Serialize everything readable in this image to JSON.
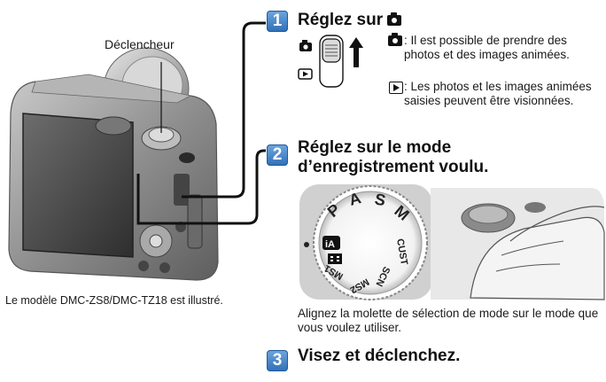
{
  "labels": {
    "shutter": "Déclencheur",
    "model_note": "Le modèle DMC-ZS8/DMC-TZ18 est illustré."
  },
  "step1": {
    "number": "1",
    "title": "Réglez sur",
    "title_icon": "camera-icon",
    "record_desc": ": Il est possible de prendre des photos et des images animées.",
    "play_desc": ": Les photos et les images animées saisies peuvent être visionnées."
  },
  "step2": {
    "number": "2",
    "title_line1": "Réglez sur le mode",
    "title_line2": "d’enregistrement voulu.",
    "dial_labels": [
      "P",
      "A",
      "S",
      "M",
      "CUST",
      "SCN",
      "MS2",
      "MS1",
      "iA"
    ],
    "instruction": "Alignez la molette de sélection de mode sur le mode que vous voulez utiliser."
  },
  "step3": {
    "number": "3",
    "title": "Visez et déclenchez."
  },
  "colors": {
    "badge": "#3a7cc4",
    "camera_body": "#8e8e8e"
  }
}
